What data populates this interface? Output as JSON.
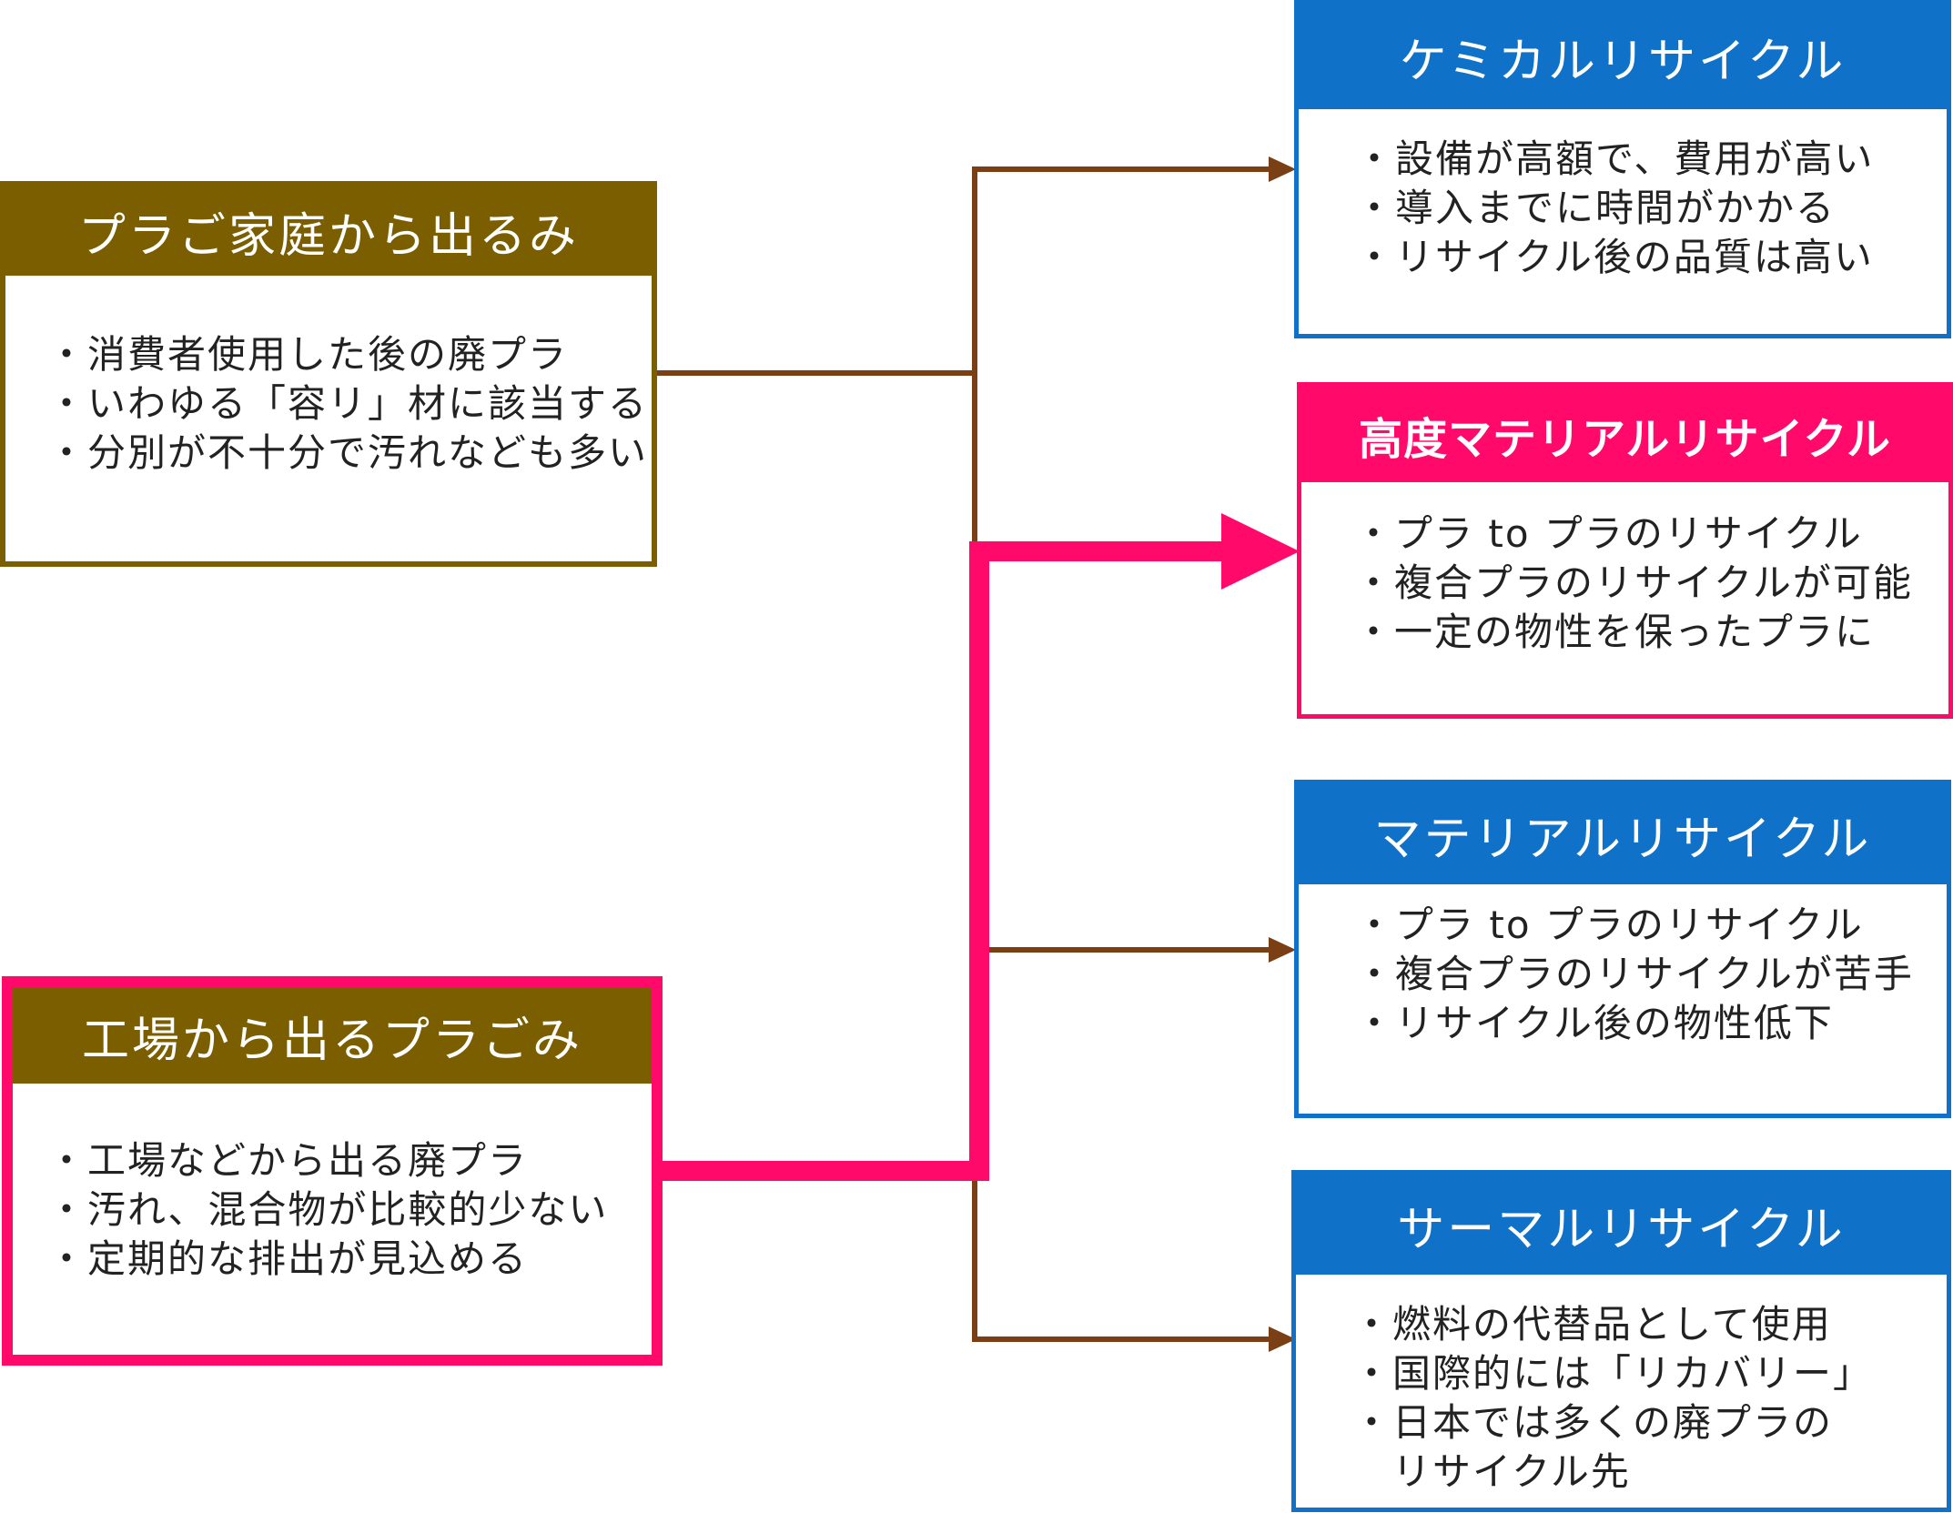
{
  "sources": {
    "household": {
      "title": "プラご家庭から出るみ",
      "items": [
        "・消費者使用した後の廃プラ",
        "・いわゆる「容リ」材に該当する",
        "・分別が不十分で汚れなども多い"
      ]
    },
    "factory": {
      "title": "工場から出るプラごみ",
      "items": [
        "・工場などから出る廃プラ",
        "・汚れ、混合物が比較的少ない",
        "・定期的な排出が見込める"
      ]
    }
  },
  "destinations": {
    "chemical": {
      "title": "ケミカルリサイクル",
      "items": [
        "・設備が高額で、費用が高い",
        "・導入までに時間がかかる",
        "・リサイクル後の品質は高い"
      ]
    },
    "advanced": {
      "title": "高度マテリアルリサイクル",
      "items": [
        "・プラ to プラのリサイクル",
        "・複合プラのリサイクルが可能",
        "・一定の物性を保ったプラに"
      ]
    },
    "material": {
      "title": "マテリアルリサイクル",
      "items": [
        "・プラ to プラのリサイクル",
        "・複合プラのリサイクルが苦手",
        "・リサイクル後の物性低下"
      ]
    },
    "thermal": {
      "title": "サーマルリサイクル",
      "items": [
        "・燃料の代替品として使用",
        "・国際的には「リカバリー」",
        "・日本では多くの廃プラの",
        "　リサイクル先"
      ]
    }
  },
  "colors": {
    "source_header": "#7a5e00",
    "highlight": "#ff0a6a",
    "destination": "#0f72c8",
    "connector": "#7b3f16"
  }
}
